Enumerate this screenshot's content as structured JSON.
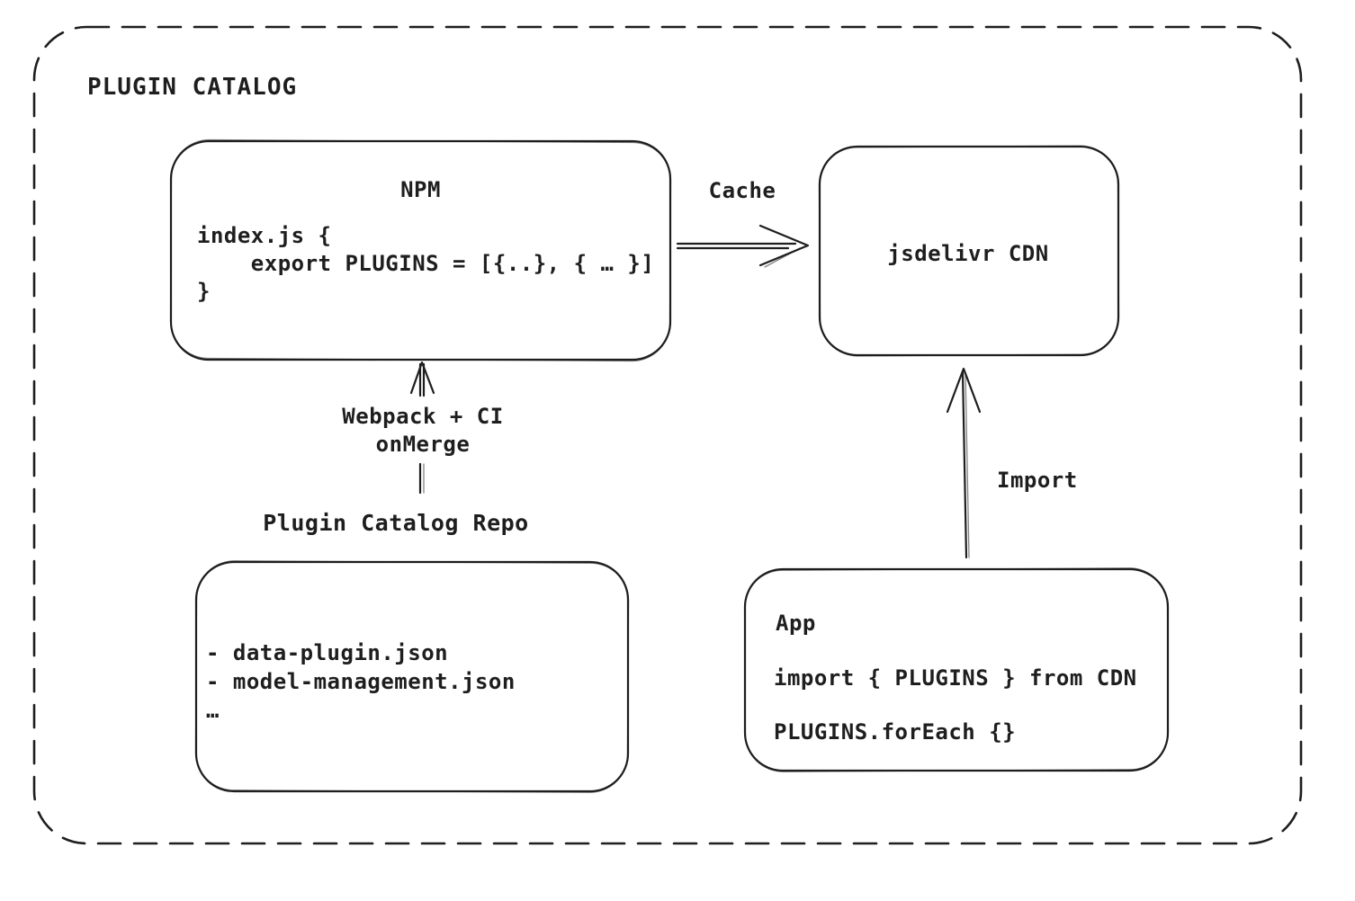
{
  "colors": {
    "stroke": "#1e1e1e",
    "background": "#ffffff"
  },
  "frame": {
    "title": "PLUGIN CATALOG"
  },
  "nodes": {
    "npm": {
      "title": "NPM",
      "code": "index.js {\n    export PLUGINS = [{..}, { … }]\n}"
    },
    "cdn": {
      "label": "jsdelivr CDN"
    },
    "repo": {
      "label": "Plugin Catalog Repo",
      "files": "- data-plugin.json\n- model-management.json\n…"
    },
    "app": {
      "title": "App",
      "import_line": "import { PLUGINS } from CDN",
      "foreach_line": "PLUGINS.forEach {}"
    }
  },
  "edges": {
    "cache": {
      "label": "Cache",
      "from": "NPM",
      "to": "jsdelivr CDN"
    },
    "build": {
      "label": "Webpack + CI\nonMerge",
      "from": "Plugin Catalog Repo",
      "to": "NPM"
    },
    "import": {
      "label": "Import",
      "from": "App",
      "to": "jsdelivr CDN"
    }
  }
}
